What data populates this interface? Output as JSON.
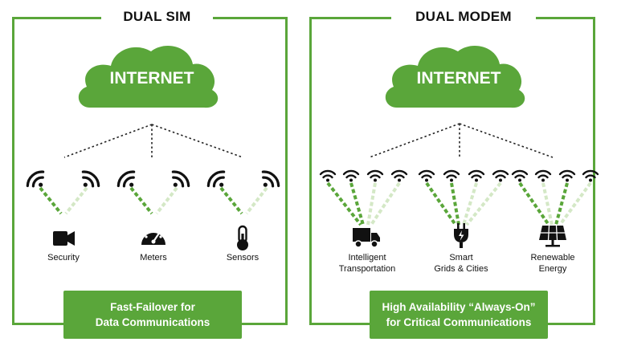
{
  "colors": {
    "accent": "#5aa63a",
    "accent_light": "#d4e8c6",
    "dark": "#111111"
  },
  "dual_sim": {
    "title": "DUAL SIM",
    "cloud_label": "INTERNET",
    "devices": [
      {
        "label": "Security",
        "icon": "video-camera-icon"
      },
      {
        "label": "Meters",
        "icon": "speedometer-gauge-icon"
      },
      {
        "label": "Sensors",
        "icon": "thermometer-icon"
      }
    ],
    "callout": {
      "line1": "Fast-Failover for",
      "line2": "Data Communications"
    }
  },
  "dual_modem": {
    "title": "DUAL MODEM",
    "cloud_label": "INTERNET",
    "devices": [
      {
        "line1": "Intelligent",
        "line2": "Transportation",
        "icon": "truck-icon"
      },
      {
        "line1": "Smart",
        "line2": "Grids & Cities",
        "icon": "power-plug-icon"
      },
      {
        "line1": "Renewable",
        "line2": "Energy",
        "icon": "solar-panel-icon"
      }
    ],
    "callout": {
      "line1": "High Availability “Always-On”",
      "line2": "for Critical Communications"
    }
  }
}
